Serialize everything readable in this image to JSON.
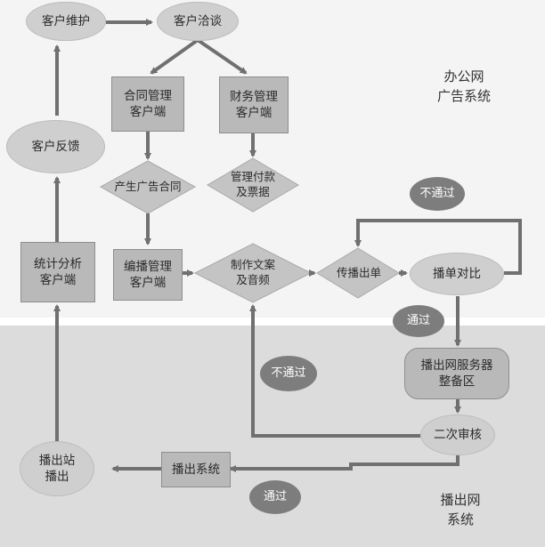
{
  "zones": {
    "top_label": "办公网\n广告系统",
    "bottom_label": "播出网\n系统"
  },
  "nodes": {
    "customer_maintenance": "客户维护",
    "customer_negotiation": "客户洽谈",
    "contract_client": "合同管理\n客户端",
    "finance_client": "财务管理\n客户端",
    "customer_feedback": "客户反馈",
    "generate_contract": "产生广告合同",
    "payment_invoice": "管理付款\n及票据",
    "stats_client": "统计分析\n客户端",
    "scheduling_client": "编播管理\n客户端",
    "make_copy": "制作文案\n及音频",
    "transmit_list": "传播出单",
    "compare_list": "播单对比",
    "server_standby": "播出网服务器\n整备区",
    "second_review": "二次审核",
    "broadcast_system": "播出系统",
    "station_broadcast": "播出站\n播出"
  },
  "labels": {
    "fail_top": "不通过",
    "pass_mid": "通过",
    "fail_left": "不通过",
    "pass_bottom": "通过"
  },
  "colors": {
    "node_fill": "#cfcfcf",
    "box_fill": "#b9b9b9",
    "arrow": "#707070",
    "pill_fill": "#7d7d7d"
  }
}
